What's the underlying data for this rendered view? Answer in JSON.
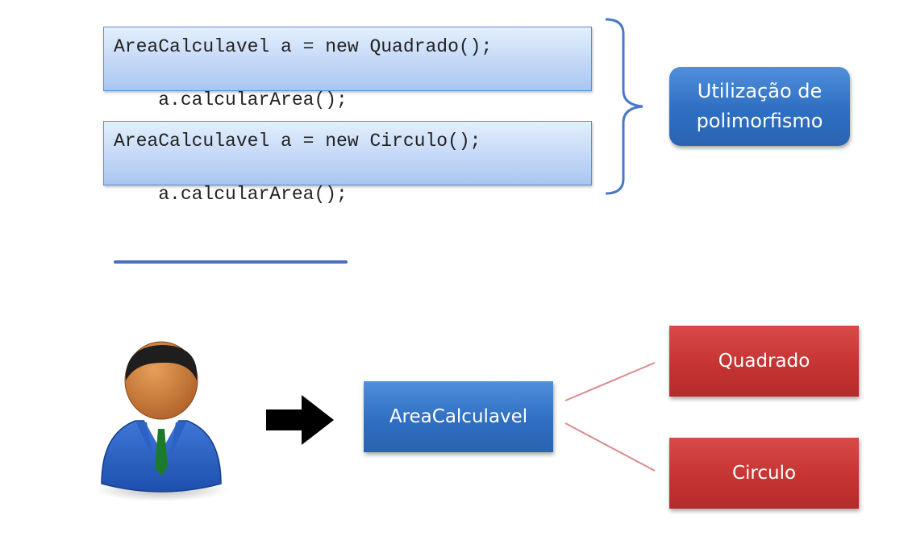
{
  "code_blocks": [
    {
      "declaration": "AreaCalculavel a = new Quadrado();",
      "call": "a.calcularArea();"
    },
    {
      "declaration": "AreaCalculavel a = new Circulo();",
      "call": "a.calcularArea();"
    }
  ],
  "polymorphism_label": "Utilização de polimorfismo",
  "interface_label": "AreaCalculavel",
  "implementations": [
    "Quadrado",
    "Circulo"
  ],
  "colors": {
    "code_border": "#5b8fd6",
    "code_underline": "#4a6ec0",
    "bracket": "#4a78c8",
    "blue_box": "#2f6fc2",
    "red_box": "#c53432",
    "connector_line": "#d98a8a"
  },
  "icons": {
    "user": "user-icon",
    "arrow": "arrow-right-icon"
  }
}
